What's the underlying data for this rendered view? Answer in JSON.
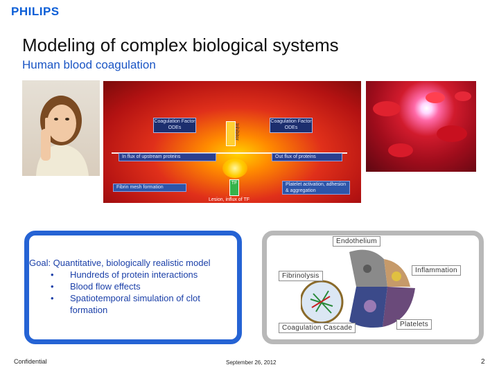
{
  "header": {
    "logo": "PHILIPS",
    "title": "Modeling of complex biological systems",
    "subtitle": "Human blood coagulation"
  },
  "diagram": {
    "coag_left": "Coagulation Factor ODEs",
    "coag_right": "Coagulation Factor ODEs",
    "inhibitor": "Inhibitor",
    "influx": "In flux of upstream proteins",
    "outflux": "Out flux of proteins",
    "fibrin": "Fibrin mesh formation",
    "platelet": "Platelet activation, adhesion & aggregation",
    "lesion": "Lesion, influx of TF",
    "tf": "TF"
  },
  "goal": {
    "heading": "Goal: Quantitative, biologically realistic model",
    "bullet_symbol": "•",
    "items": [
      "Hundreds of protein interactions",
      "Blood flow effects",
      "Spatiotemporal simulation of clot formation"
    ]
  },
  "system": {
    "endothelium": "Endothelium",
    "fibrinolysis": "Fibrinolysis",
    "inflammation": "Inflammation",
    "cascade": "Coagulation Cascade",
    "platelets": "Platelets"
  },
  "footer": {
    "left": "Confidential",
    "center": "September 26, 2012",
    "page": "2"
  },
  "colors": {
    "brand_blue": "#0b5ed7",
    "subtitle_blue": "#1a55c4",
    "goal_border": "#2563d4",
    "system_border": "#b8b8b8"
  }
}
